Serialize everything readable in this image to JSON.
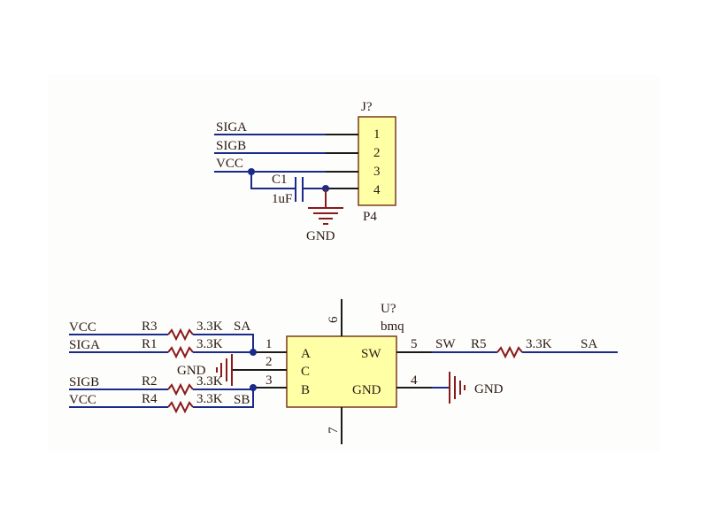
{
  "connector": {
    "designator": "J?",
    "comment": "P4",
    "pins": [
      "1",
      "2",
      "3",
      "4"
    ],
    "nets": [
      "SIGA",
      "SIGB",
      "VCC"
    ]
  },
  "capacitor": {
    "designator": "C1",
    "value": "1uF"
  },
  "gnd_top": "GND",
  "chip": {
    "designator": "U?",
    "comment": "bmq",
    "pin_labels": {
      "a": "A",
      "c": "C",
      "b": "B",
      "sw": "SW",
      "gnd": "GND"
    },
    "pin_numbers": {
      "p1": "1",
      "p2": "2",
      "p3": "3",
      "p4": "4",
      "p5": "5",
      "p6": "6",
      "p7": "7"
    }
  },
  "left_nets": {
    "vcc1": "VCC",
    "siga": "SIGA",
    "sigb": "SIGB",
    "vcc2": "VCC"
  },
  "resistors": [
    {
      "designator": "R3",
      "value": "3.3K",
      "net": "SA"
    },
    {
      "designator": "R1",
      "value": "3.3K"
    },
    {
      "designator": "R2",
      "value": "3.3K"
    },
    {
      "designator": "R4",
      "value": "3.3K",
      "net": "SB"
    },
    {
      "designator": "R5",
      "value": "3.3K",
      "net": "SA"
    }
  ],
  "sw_net": "SW",
  "gnd_c": "GND",
  "gnd_right": "GND"
}
